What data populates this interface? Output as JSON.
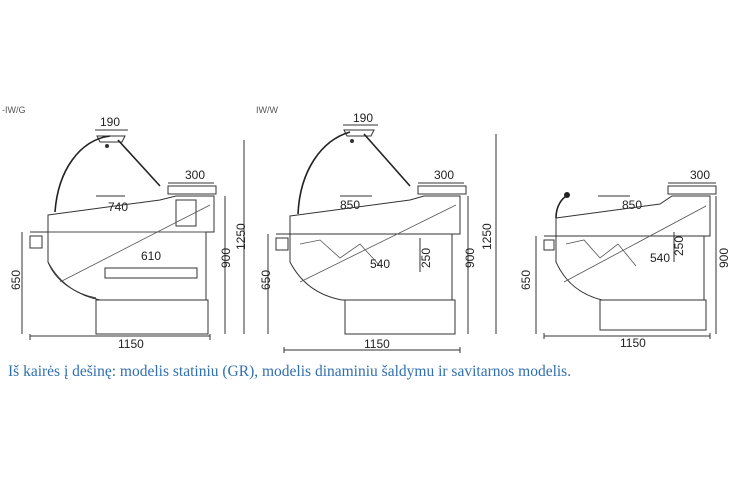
{
  "header_labels": {
    "left": "-IW/G",
    "middle": "IW/W"
  },
  "drawings": [
    {
      "label_190": "190",
      "label_300": "300",
      "label_740": "740",
      "label_610": "610",
      "label_900": "900",
      "label_1250": "1250",
      "label_650": "650",
      "label_1150": "1150"
    },
    {
      "label_190": "190",
      "label_300": "300",
      "label_850": "850",
      "label_540": "540",
      "label_250": "250",
      "label_900": "900",
      "label_1250": "1250",
      "label_650": "650",
      "label_1150": "1150"
    },
    {
      "label_300": "300",
      "label_850": "850",
      "label_540": "540",
      "label_250": "250",
      "label_900": "900",
      "label_650": "650",
      "label_1150": "1150"
    }
  ],
  "caption": "Iš kairės į dešinę: modelis statiniu (GR), modelis dinaminiu šaldymu ir savitarnos modelis."
}
